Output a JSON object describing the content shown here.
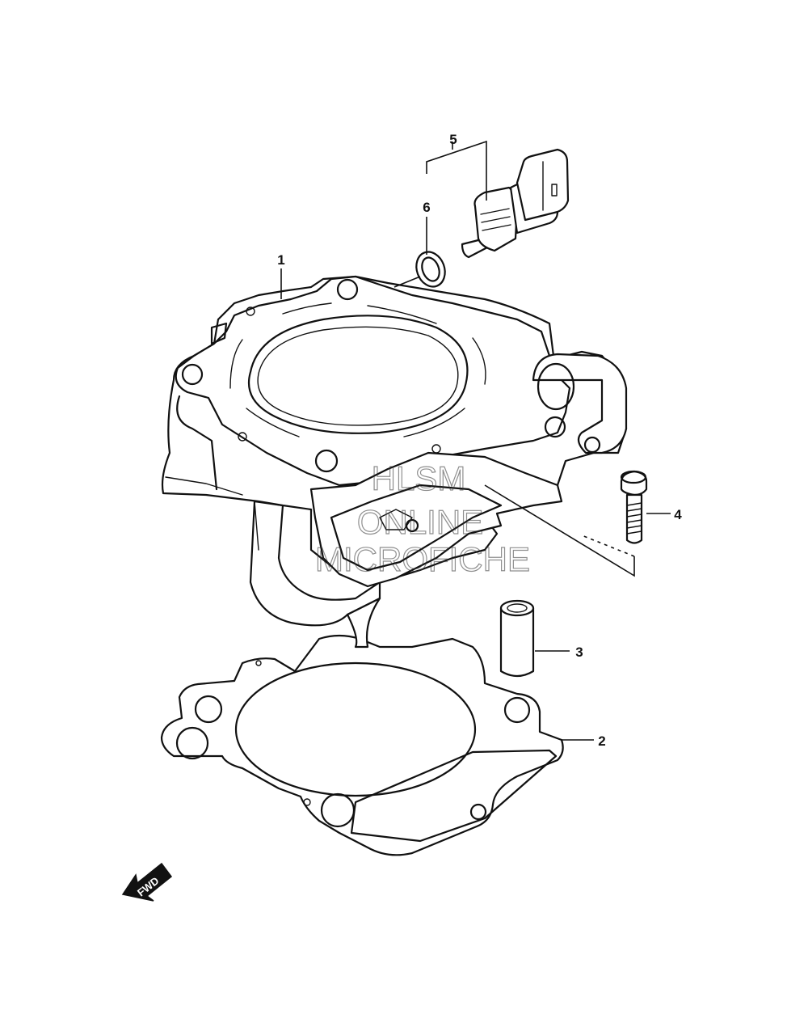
{
  "callouts": {
    "c1": "1",
    "c2": "2",
    "c3": "3",
    "c4": "4",
    "c5": "5",
    "c6": "6"
  },
  "watermark": {
    "line1": "HLSM",
    "line2": "ONLINE",
    "line3": "MICROFICHE"
  },
  "fwd_arrow": {
    "label": "FWD"
  },
  "parts": {
    "p1": "cylinder-icon",
    "p2": "cylinder-gasket-icon",
    "p3": "dowel-pin-icon",
    "p4": "bolt-icon",
    "p5": "temperature-sensor-icon",
    "p6": "o-ring-icon"
  }
}
